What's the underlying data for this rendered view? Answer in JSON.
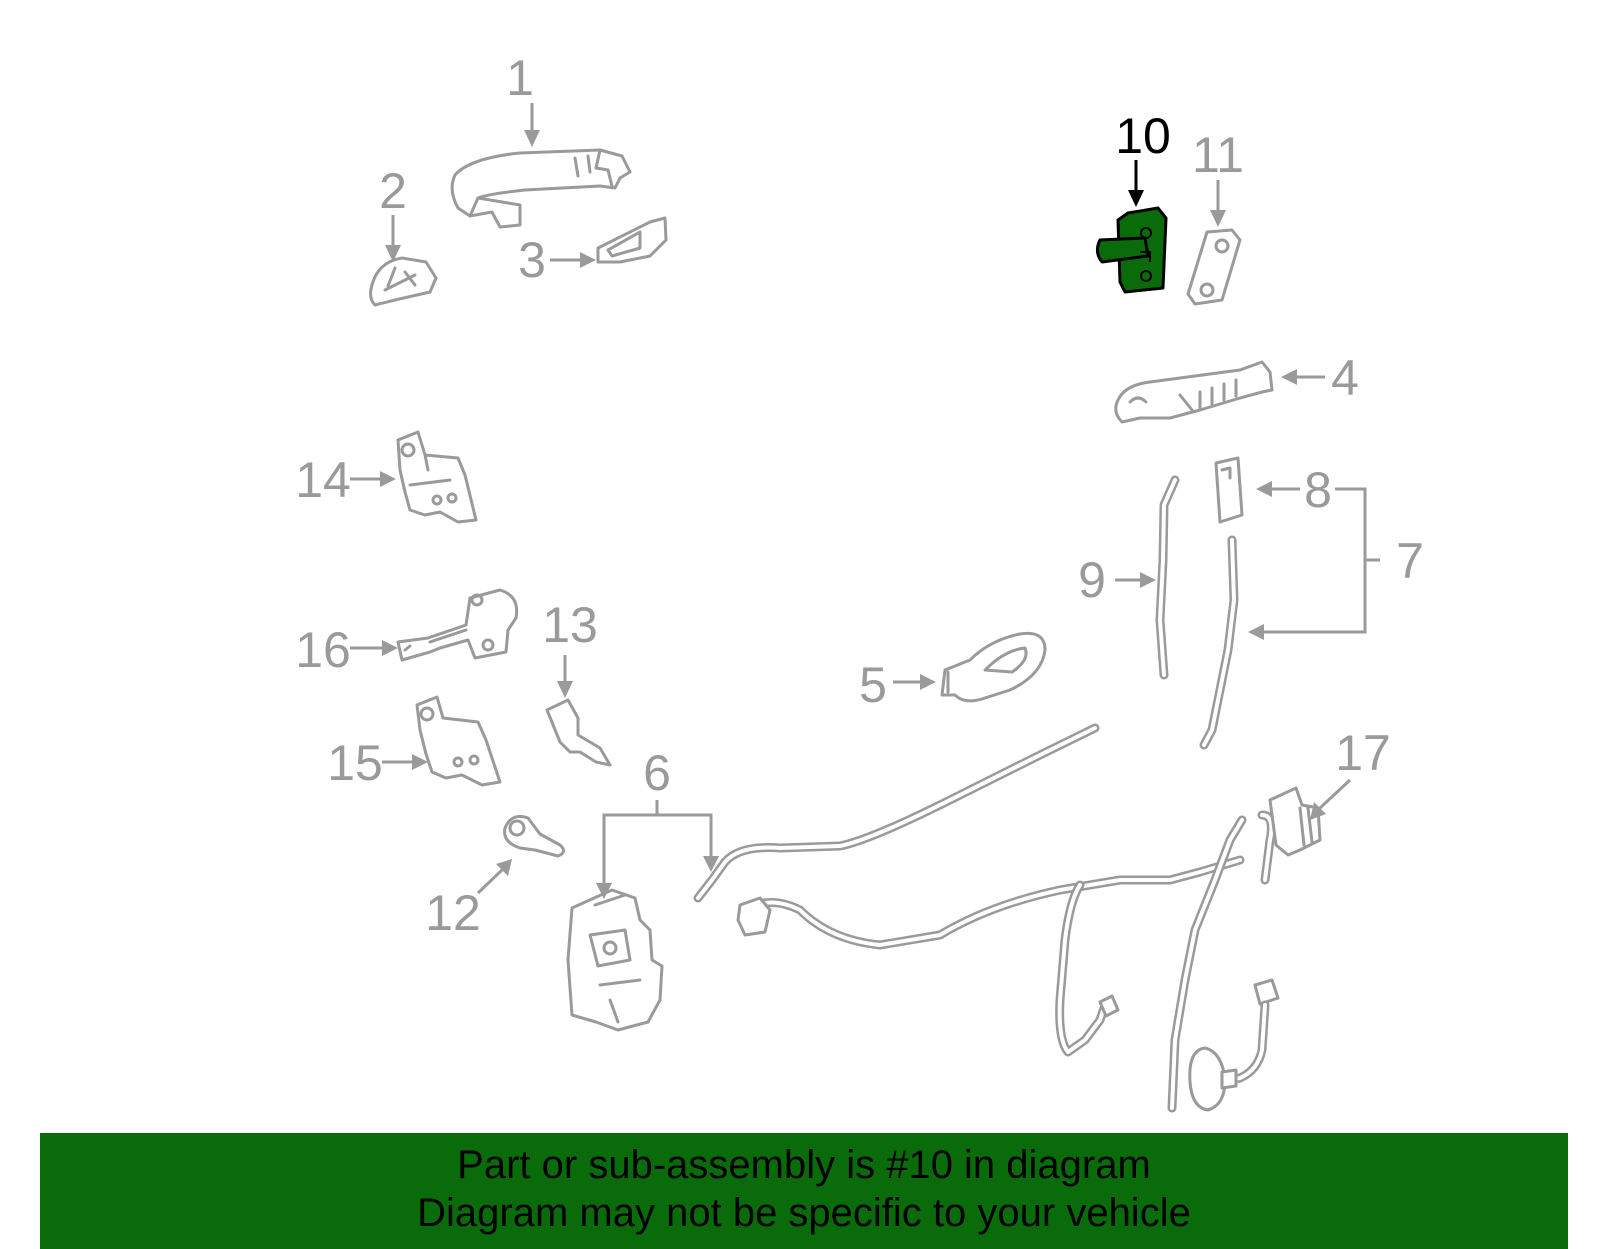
{
  "diagram": {
    "highlight_color": "#0a6b0a",
    "label_color": "#9a9a9a",
    "highlighted_callout": "10",
    "callouts": [
      "1",
      "2",
      "3",
      "4",
      "5",
      "6",
      "7",
      "8",
      "9",
      "10",
      "11",
      "12",
      "13",
      "14",
      "15",
      "16",
      "17"
    ]
  },
  "banner": {
    "background": "#0a6b0a",
    "line1": "Part or sub-assembly is #10 in diagram",
    "line2": "Diagram may not be specific to your vehicle"
  }
}
